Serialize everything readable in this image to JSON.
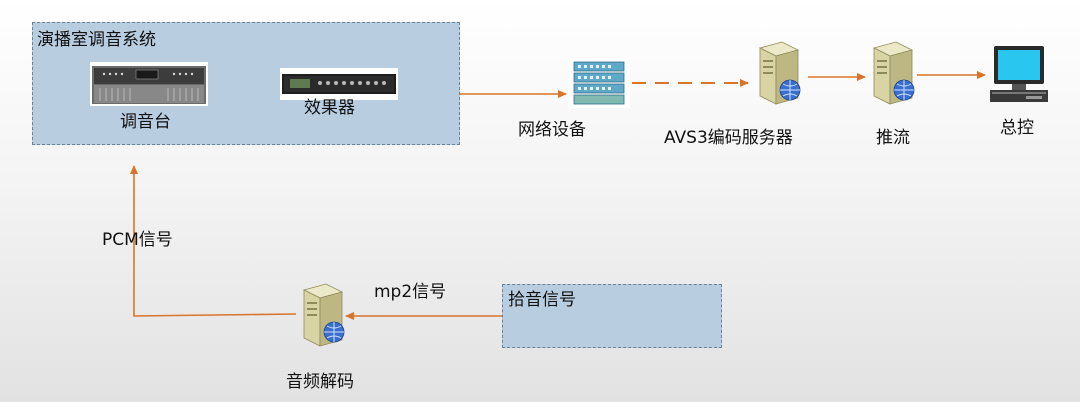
{
  "studio_group": {
    "title": "演播室调音系统"
  },
  "nodes": {
    "mixer": {
      "label": "调音台",
      "icon": "mixing-console-icon"
    },
    "effects": {
      "label": "效果器",
      "icon": "effects-rack-icon"
    },
    "network": {
      "label": "网络设备",
      "icon": "network-rack-icon"
    },
    "encoder": {
      "label": "AVS3编码服务器",
      "icon": "server-icon"
    },
    "stream": {
      "label": "推流",
      "icon": "server-icon"
    },
    "control": {
      "label": "总控",
      "icon": "computer-monitor-icon"
    },
    "decoder": {
      "label": "音频解码",
      "icon": "server-icon"
    },
    "pickup": {
      "label": "拾音信号"
    }
  },
  "signals": {
    "pcm": "PCM信号",
    "mp2": "mp2信号"
  },
  "colors": {
    "arrow": "#d9742b",
    "group_fill": "#b8cde0",
    "group_border": "#6b8299"
  }
}
